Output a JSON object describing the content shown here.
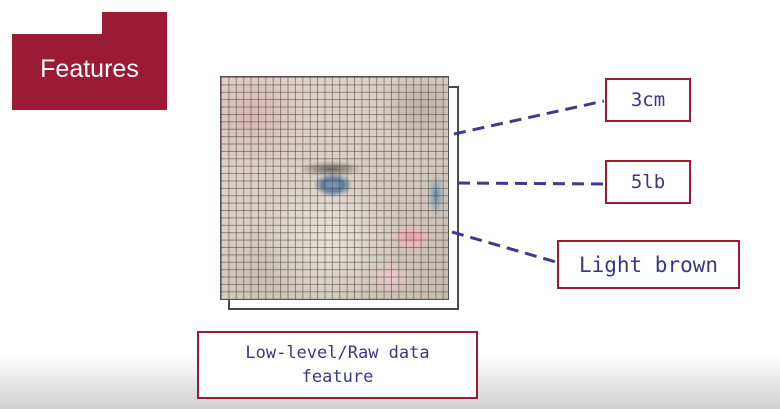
{
  "title": {
    "label": "Features"
  },
  "image": {
    "subject": "cat-face-pixelated"
  },
  "features": [
    {
      "label": "3cm"
    },
    {
      "label": "5lb"
    },
    {
      "label": "Light brown"
    }
  ],
  "caption": {
    "line1": "Low-level/Raw data",
    "line2": "feature"
  },
  "colors": {
    "accent": "#9b1b35",
    "text": "#3a3788",
    "connector": "#3b3c8e"
  }
}
